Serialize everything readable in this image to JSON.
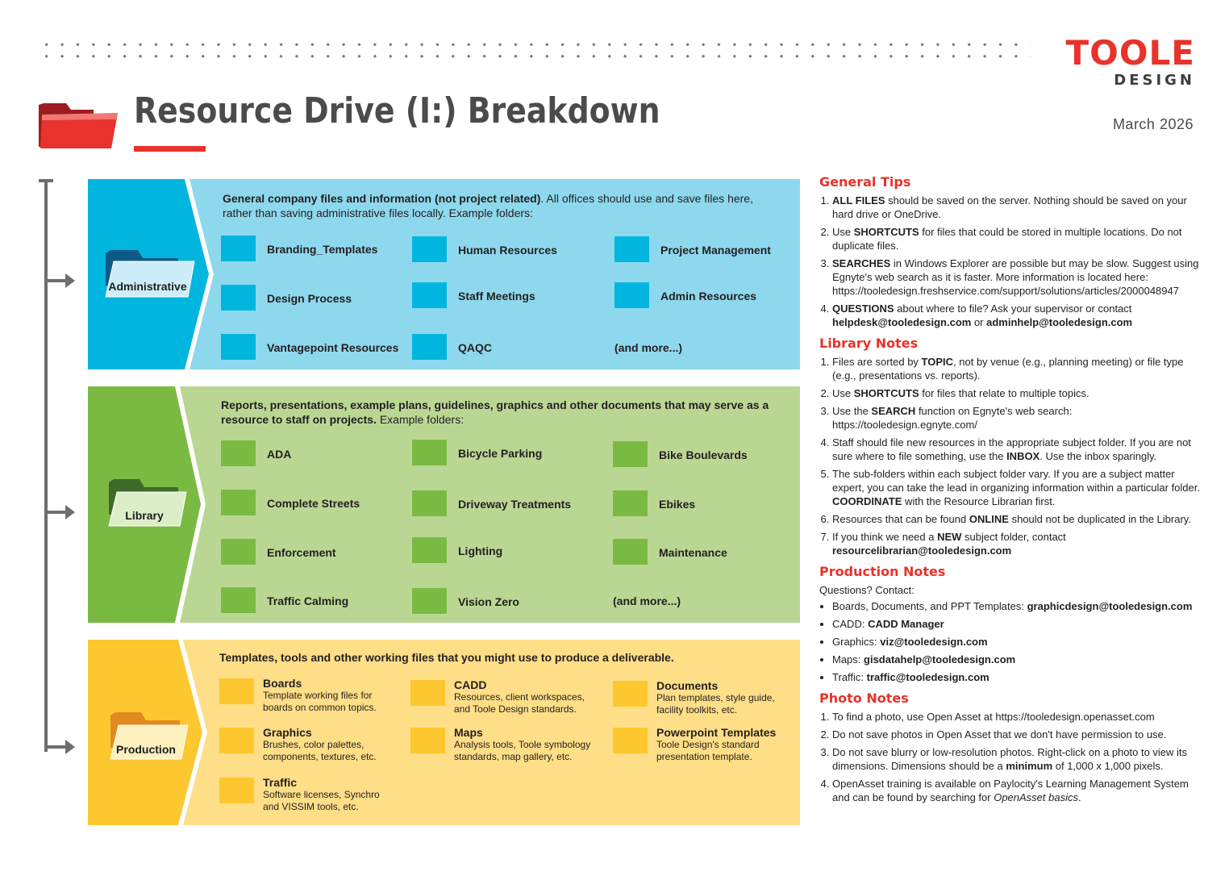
{
  "header": {
    "title": "Resource Drive (I:) Breakdown",
    "date": "March 2026",
    "logo_line1": "TOOLE",
    "logo_line2": "DESIGN"
  },
  "colors": {
    "brand_red": "#e8322b",
    "admin_dark": "#00b6df",
    "admin_light": "#8ed8ee",
    "library_dark": "#7bba42",
    "library_light": "#b9d793",
    "production_dark": "#fdc82f",
    "production_light": "#fede87"
  },
  "sections": {
    "admin": {
      "label": "Administrative",
      "intro_bold": "General company files and information (not project related)",
      "intro_rest": ". All offices should use and save files here, rather than saving administrative files locally. Example folders:",
      "folders": [
        "Branding_Templates",
        "Human Resources",
        "Project Management",
        "Design Process",
        "Staff Meetings",
        "Admin Resources",
        "Vantagepoint Resources",
        "QAQC"
      ],
      "more": "(and more...)"
    },
    "library": {
      "label": "Library",
      "intro_bold": "Reports, presentations, example plans, guidelines, graphics and other documents that may serve as a resource to staff on projects.",
      "intro_rest": " Example folders:",
      "folders": [
        "ADA",
        "Bicycle Parking",
        "Bike Boulevards",
        "Complete Streets",
        "Driveway Treatments",
        "Ebikes",
        "Enforcement",
        "Lighting",
        "Maintenance",
        "Traffic Calming",
        "Vision Zero"
      ],
      "more": "(and more...)"
    },
    "production": {
      "label": "Production",
      "intro_bold": "Templates, tools and other working files that you might use to produce a deliverable.",
      "items": [
        {
          "name": "Boards",
          "l1": "Template working files for",
          "l2": "boards on common topics."
        },
        {
          "name": "CADD",
          "l1": "Resources, client workspaces,",
          "l2": "and Toole Design standards."
        },
        {
          "name": "Documents",
          "l1": "Plan templates, style guide,",
          "l2": "facility toolkits, etc."
        },
        {
          "name": "Graphics",
          "l1": "Brushes, color palettes,",
          "l2": "components, textures, etc."
        },
        {
          "name": "Maps",
          "l1": "Analysis tools, Toole symbology",
          "l2": "standards, map gallery, etc."
        },
        {
          "name": "Powerpoint Templates",
          "l1": "Toole Design's standard",
          "l2": "presentation template."
        },
        {
          "name": "Traffic",
          "l1": "Software licenses, Synchro",
          "l2": "and VISSIM tools, etc."
        }
      ]
    }
  },
  "notes": {
    "general": {
      "title": "General Tips",
      "items": [
        {
          "b": "ALL FILES",
          "t": " should be saved on the server. Nothing should be saved on your hard drive or OneDrive."
        },
        {
          "a": "Use ",
          "b": "SHORTCUTS",
          "t": " for files that could be stored in multiple locations. Do not duplicate files."
        },
        {
          "b": "SEARCHES",
          "t": " in Windows Explorer are possible but may be slow. Suggest using Egnyte's web search as it is faster. More information is located here: https://tooledesign.freshservice.com/support/solutions/articles/2000048947"
        },
        {
          "b": "QUESTIONS",
          "t": " about where to file? Ask your supervisor or contact ",
          "b2": "helpdesk@tooledesign.com",
          "t2": " or ",
          "b3": "adminhelp@tooledesign.com"
        }
      ]
    },
    "library": {
      "title": "Library Notes",
      "items": [
        {
          "a": "Files are sorted by ",
          "b": "TOPIC",
          "t": ", not by venue (e.g., planning meeting) or file type (e.g., presentations vs. reports)."
        },
        {
          "a": "Use ",
          "b": "SHORTCUTS",
          "t": " for files that relate to multiple topics."
        },
        {
          "a": "Use the ",
          "b": "SEARCH",
          "t": " function on Egnyte's web search: https://tooledesign.egnyte.com/"
        },
        {
          "a": "Staff should file new resources in the appropriate subject folder. If you are not sure where to file something, use the ",
          "b": "INBOX",
          "t": ". Use the inbox sparingly."
        },
        {
          "a": "The sub-folders within each subject folder vary. If you are a subject matter expert, you can take the lead in organizing information within a particular folder. ",
          "b": "COORDINATE",
          "t": " with the Resource Librarian first."
        },
        {
          "a": "Resources that can be found ",
          "b": "ONLINE",
          "t": " should not be duplicated in the Library."
        },
        {
          "a": "If you think we need a ",
          "b": "NEW",
          "t": " subject folder, contact ",
          "b2": "resourcelibrarian@tooledesign.com"
        }
      ]
    },
    "production": {
      "title": "Production Notes",
      "intro": "Questions? Contact:",
      "items": [
        {
          "a": "Boards, Documents, and PPT Templates: ",
          "b": "graphicdesign@tooledesign.com"
        },
        {
          "a": "CADD: ",
          "b": "CADD Manager"
        },
        {
          "a": "Graphics: ",
          "b": "viz@tooledesign.com"
        },
        {
          "a": "Maps: ",
          "b": "gisdatahelp@tooledesign.com"
        },
        {
          "a": "Traffic: ",
          "b": "traffic@tooledesign.com"
        }
      ]
    },
    "photo": {
      "title": "Photo Notes",
      "items": [
        {
          "a": "To find a photo, use Open Asset at https://tooledesign.openasset.com"
        },
        {
          "a": "Do not save photos in Open Asset that we don't have permission to use."
        },
        {
          "a": "Do not save blurry or low-resolution photos. Right-click on a photo to view its dimensions. Dimensions should be a ",
          "b": "minimum",
          "t": " of 1,000 x 1,000 pixels."
        },
        {
          "a": "OpenAsset training is available on Paylocity's Learning Management System and can be found by searching for ",
          "i": "OpenAsset basics",
          "t": "."
        }
      ]
    }
  }
}
